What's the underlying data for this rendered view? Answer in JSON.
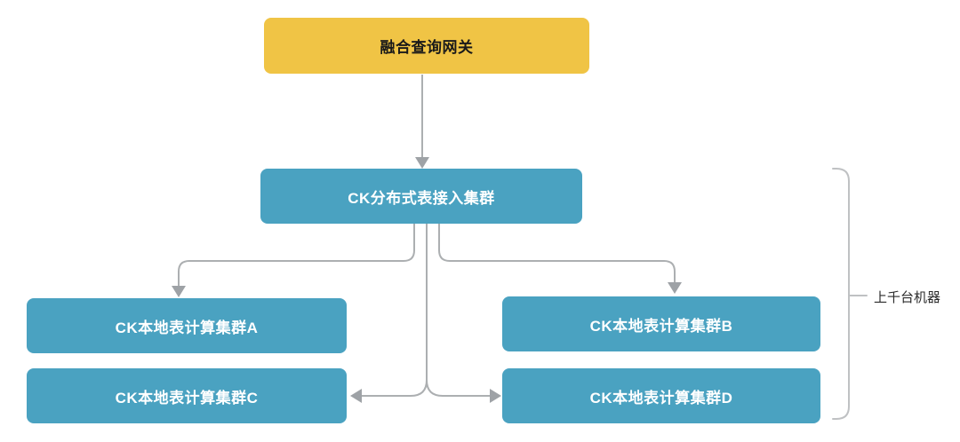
{
  "diagram": {
    "nodes": {
      "gateway": {
        "label": "融合查询网关"
      },
      "access": {
        "label": "CK分布式表接入集群"
      },
      "local_a": {
        "label": "CK本地表计算集群A"
      },
      "local_b": {
        "label": "CK本地表计算集群B"
      },
      "local_c": {
        "label": "CK本地表计算集群C"
      },
      "local_d": {
        "label": "CK本地表计算集群D"
      }
    },
    "edges": [
      {
        "from": "gateway",
        "to": "access",
        "type": "arrow"
      },
      {
        "from": "access",
        "to": "local_a",
        "type": "arrow"
      },
      {
        "from": "access",
        "to": "local_b",
        "type": "arrow"
      },
      {
        "from": "access",
        "to": "local_c",
        "type": "arrow"
      },
      {
        "from": "access",
        "to": "local_d",
        "type": "arrow"
      }
    ],
    "annotation": {
      "label": "上千台机器"
    },
    "colors": {
      "gateway_fill": "#F0C445",
      "cluster_fill": "#4AA2C1",
      "gateway_text": "#1A1A1A",
      "cluster_text": "#FFFFFF",
      "connector": "#ACAFB1",
      "arrowhead": "#9EA2A6",
      "bracket": "#BFC1C3",
      "annotation_text": "#2B2B2B",
      "background": "#FFFFFF"
    }
  }
}
